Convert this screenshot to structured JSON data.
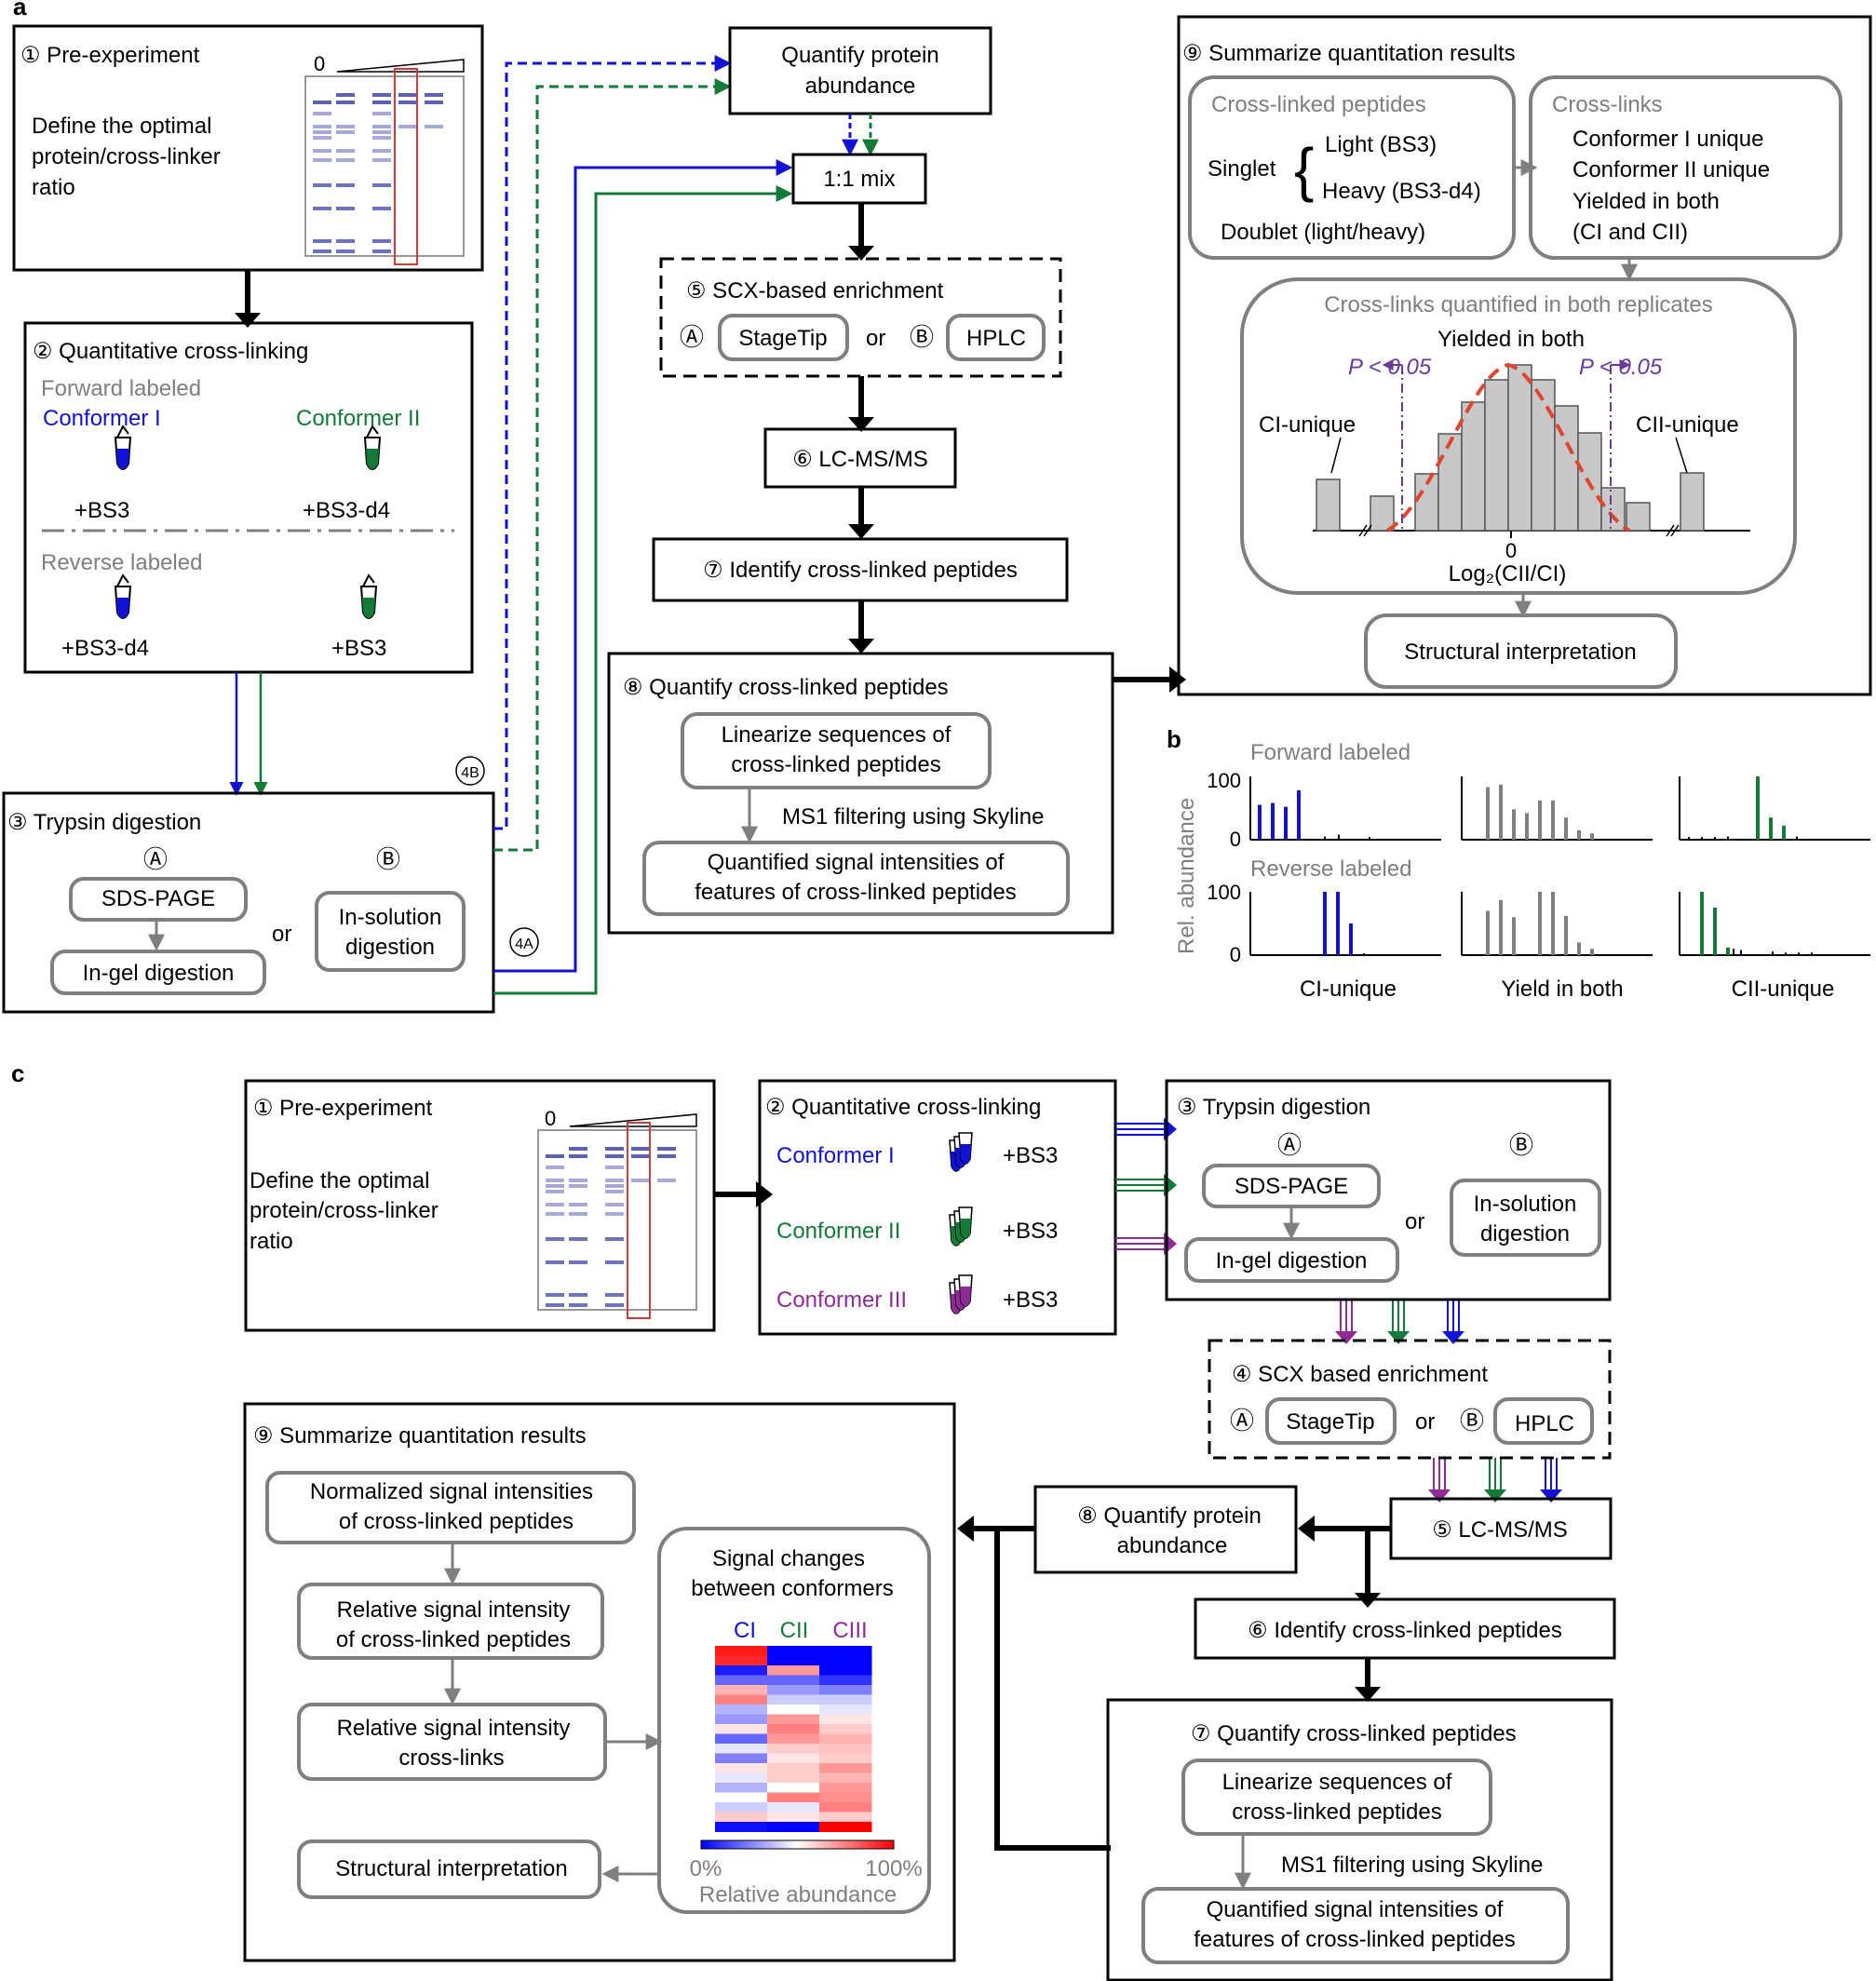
{
  "colors": {
    "blue": "#1212d6",
    "green": "#137a38",
    "purple": "#8f2a96",
    "gray": "#7f7f7f",
    "red": "#e0452e",
    "dashed_purple": "#6a3a9a"
  },
  "panel_a": {
    "label": "a",
    "s1": {
      "title": "① Pre-experiment",
      "zero": "0",
      "text": [
        "Define the optimal",
        "protein/cross-linker",
        "ratio"
      ]
    },
    "s2": {
      "title": "② Quantitative cross-linking",
      "forward": "Forward labeled",
      "conf1": "Conformer I",
      "conf2": "Conformer II",
      "t1": "+BS3",
      "t2": "+BS3-d4",
      "reverse": "Reverse labeled",
      "t3": "+BS3-d4",
      "t4": "+BS3"
    },
    "s3": {
      "title": "③ Trypsin digestion",
      "A": "Ⓐ",
      "B": "Ⓑ",
      "sds": "SDS-PAGE",
      "ingel": "In-gel digestion",
      "or": "or",
      "insol": [
        "In-solution",
        "digestion"
      ],
      "tag4a": "4A",
      "tag4b": "4B"
    },
    "quant": [
      "Quantify protein",
      "abundance"
    ],
    "mix": "1:1 mix",
    "s5": {
      "title": "⑤ SCX-based enrichment",
      "A": "Ⓐ",
      "stagetip": "StageTip",
      "or": "or",
      "B": "Ⓑ",
      "hplc": "HPLC"
    },
    "s6": "⑥ LC-MS/MS",
    "s7": "⑦ Identify cross-linked peptides",
    "s8": {
      "title": "⑧ Quantify cross-linked peptides",
      "lin": [
        "Linearize sequences of",
        "cross-linked peptides"
      ],
      "ms1": "MS1 filtering using Skyline",
      "qsig": [
        "Quantified signal intensities of",
        "features of cross-linked peptides"
      ]
    },
    "s9": {
      "title": "⑨ Summarize quantitation results",
      "xlp_title": "Cross-linked peptides",
      "singlet": "Singlet",
      "brace": "{",
      "light": "Light (BS3)",
      "heavy": "Heavy (BS3-d4)",
      "doublet": "Doublet (light/heavy)",
      "xl_title": "Cross-links",
      "xl_items": [
        "Conformer I unique",
        "Conformer II unique",
        "Yielded in both",
        "(CI and CII)"
      ],
      "repl_title": "Cross-links quantified in both replicates",
      "yielded": "Yielded in both",
      "p_left": "P < 0.05",
      "p_right": "P < 0.05",
      "ci_unique": "CI-unique",
      "cii_unique": "CII-unique",
      "zero": "0",
      "xlabel": "Log₂(CII/CI)",
      "struct": "Structural interpretation"
    }
  },
  "panel_b": {
    "label": "b",
    "forward": "Forward labeled",
    "reverse": "Reverse labeled",
    "ylabel": "Rel.  abundance",
    "y100": "100",
    "y0": "0",
    "cols": [
      "CI-unique",
      "Yield in both",
      "CII-unique"
    ],
    "spectra": {
      "fwd_ci": [
        [
          10,
          55,
          "b"
        ],
        [
          24,
          58,
          "b"
        ],
        [
          38,
          52,
          "b"
        ],
        [
          52,
          78,
          "b"
        ],
        [
          80,
          5,
          "k"
        ],
        [
          95,
          8,
          "k"
        ],
        [
          128,
          4,
          "k"
        ]
      ],
      "fwd_yb": [
        [
          28,
          83,
          "g"
        ],
        [
          42,
          87,
          "g"
        ],
        [
          56,
          48,
          "g"
        ],
        [
          70,
          42,
          "g"
        ],
        [
          84,
          62,
          "g"
        ],
        [
          98,
          62,
          "g"
        ],
        [
          112,
          35,
          "g"
        ],
        [
          126,
          15,
          "g"
        ],
        [
          140,
          10,
          "g"
        ]
      ],
      "fwd_cii": [
        [
          10,
          4,
          "k"
        ],
        [
          24,
          4,
          "k"
        ],
        [
          38,
          4,
          "k"
        ],
        [
          52,
          5,
          "k"
        ],
        [
          84,
          100,
          "G"
        ],
        [
          98,
          35,
          "G"
        ],
        [
          112,
          22,
          "G"
        ],
        [
          126,
          5,
          "k"
        ]
      ],
      "rev_ci": [
        [
          80,
          100,
          "b"
        ],
        [
          94,
          100,
          "b"
        ],
        [
          108,
          50,
          "b"
        ],
        [
          122,
          3,
          "k"
        ]
      ],
      "rev_yb": [
        [
          28,
          70,
          "g"
        ],
        [
          42,
          87,
          "g"
        ],
        [
          56,
          60,
          "g"
        ],
        [
          84,
          100,
          "g"
        ],
        [
          98,
          100,
          "g"
        ],
        [
          112,
          62,
          "g"
        ],
        [
          126,
          20,
          "g"
        ],
        [
          140,
          10,
          "g"
        ]
      ],
      "rev_cii": [
        [
          24,
          100,
          "G"
        ],
        [
          38,
          75,
          "G"
        ],
        [
          52,
          12,
          "G"
        ],
        [
          58,
          10,
          "k"
        ],
        [
          66,
          8,
          "k"
        ],
        [
          100,
          6,
          "k"
        ],
        [
          114,
          4,
          "k"
        ],
        [
          128,
          4,
          "k"
        ],
        [
          142,
          4,
          "k"
        ]
      ]
    }
  },
  "panel_c": {
    "label": "c",
    "s1": {
      "title": "① Pre-experiment",
      "zero": "0",
      "text": [
        "Define the optimal",
        "protein/cross-linker",
        "ratio"
      ]
    },
    "s2": {
      "title": "② Quantitative cross-linking",
      "c1": "Conformer I",
      "c2": "Conformer II",
      "c3": "Conformer III",
      "t": "+BS3"
    },
    "s3": {
      "title": "③ Trypsin digestion",
      "A": "Ⓐ",
      "B": "Ⓑ",
      "sds": "SDS-PAGE",
      "ingel": "In-gel digestion",
      "or": "or",
      "insol": [
        "In-solution",
        "digestion"
      ]
    },
    "s4": {
      "title": "④ SCX based enrichment",
      "A": "Ⓐ",
      "stagetip": "StageTip",
      "or": "or",
      "B": "Ⓑ",
      "hplc": "HPLC"
    },
    "s5": "⑤ LC-MS/MS",
    "s6": "⑥ Identify cross-linked peptides",
    "s7": {
      "title": "⑦ Quantify cross-linked peptides",
      "lin": [
        "Linearize sequences of",
        "cross-linked peptides"
      ],
      "ms1": "MS1 filtering using Skyline",
      "qsig": [
        "Quantified signal intensities of",
        "features of cross-linked peptides"
      ]
    },
    "s8": [
      "⑧ Quantify protein",
      "abundance"
    ],
    "s9": {
      "title": "⑨ Summarize quantitation results",
      "norm": [
        "Normalized signal intensities",
        "of cross-linked peptides"
      ],
      "rel1": [
        "Relative signal intensity",
        "of cross-linked peptides"
      ],
      "rel2": [
        "Relative signal intensity",
        "cross-links"
      ],
      "struct": "Structural interpretation",
      "sig": [
        "Signal changes",
        "between conformers"
      ],
      "cols": [
        "CI",
        "CII",
        "CIII"
      ],
      "min": "0%",
      "max": "100%",
      "cbar": "Relative abundance"
    },
    "heatmap": [
      [
        0.95,
        0.0,
        0.0
      ],
      [
        0.92,
        0.0,
        0.0
      ],
      [
        0.05,
        0.7,
        0.0
      ],
      [
        0.2,
        0.2,
        0.1
      ],
      [
        0.65,
        0.3,
        0.25
      ],
      [
        0.75,
        0.4,
        0.4
      ],
      [
        0.35,
        0.5,
        0.45
      ],
      [
        0.3,
        0.7,
        0.55
      ],
      [
        0.55,
        0.75,
        0.6
      ],
      [
        0.2,
        0.7,
        0.65
      ],
      [
        0.45,
        0.6,
        0.62
      ],
      [
        0.25,
        0.55,
        0.6
      ],
      [
        0.55,
        0.6,
        0.7
      ],
      [
        0.45,
        0.6,
        0.65
      ],
      [
        0.35,
        0.5,
        0.7
      ],
      [
        0.5,
        0.75,
        0.72
      ],
      [
        0.4,
        0.45,
        0.75
      ],
      [
        0.6,
        0.55,
        0.6
      ],
      [
        0.03,
        0.0,
        1.0
      ]
    ]
  }
}
